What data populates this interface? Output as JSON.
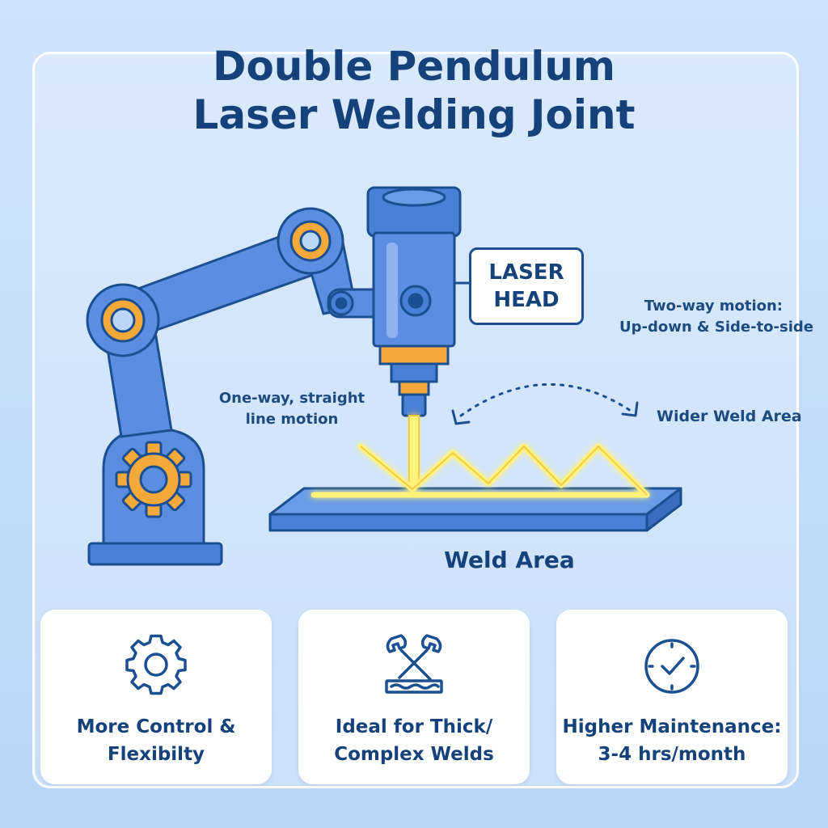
{
  "title": {
    "line1": "Double Pendulum",
    "line2": "Laser Welding Joint"
  },
  "diagram": {
    "laser_head_label": {
      "line1": "LASER",
      "line2": "HEAD"
    },
    "two_way_motion": {
      "line1": "Two-way motion:",
      "line2": "Up-down & Side-to-side"
    },
    "one_way_motion": {
      "line1": "One-way, straight",
      "line2": "line motion"
    },
    "wider_weld_area": "Wider Weld Area",
    "weld_area": "Weld Area"
  },
  "cards": [
    {
      "icon": "gear-icon",
      "line1": "More Control &",
      "line2": "Flexibilty"
    },
    {
      "icon": "wrench-crossed-icon",
      "line1": "Ideal for Thick/",
      "line2": "Complex Welds"
    },
    {
      "icon": "clock-check-icon",
      "line1": "Higher Maintenance:",
      "line2": "3-4 hrs/month"
    }
  ],
  "colors": {
    "primary_blue": "#4a7fd6",
    "outline_navy": "#1b4f91",
    "accent_orange": "#f4a93b",
    "laser_yellow": "#fff37a",
    "background": "#cfe3fb"
  }
}
